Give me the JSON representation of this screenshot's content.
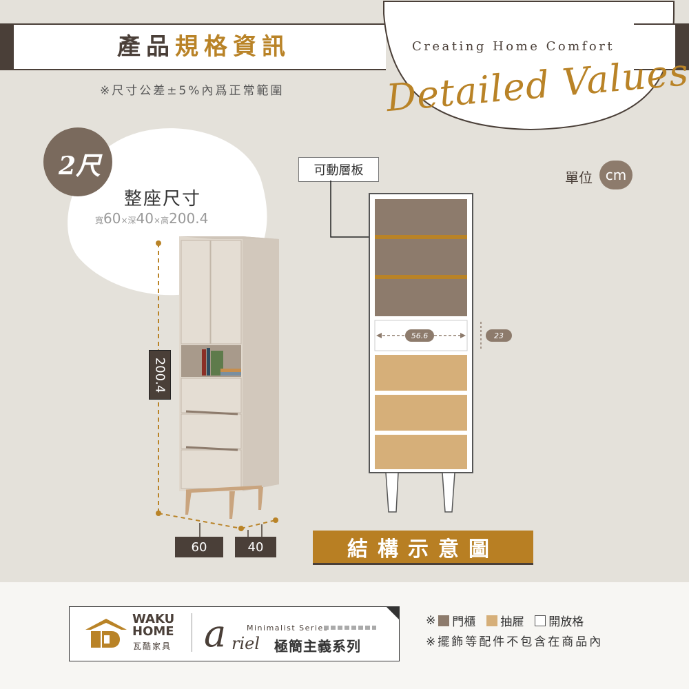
{
  "header": {
    "title_part1": "產品",
    "title_part2": "規格資訊",
    "note": "※尺寸公差±5%內爲正常範圍",
    "tagline": "Creating Home Comfort",
    "script": "Detailed Values"
  },
  "size": {
    "badge": "2尺",
    "title": "整座尺寸",
    "w_label": "寬",
    "w_val": "60",
    "d_label": "深",
    "d_val": "40",
    "h_label": "高",
    "h_val": "200.4",
    "times": "×"
  },
  "dims": {
    "height": "200.4",
    "width": "60",
    "depth": "40"
  },
  "diagram": {
    "shelf_label": "可動層板",
    "unit_label": "單位",
    "unit": "cm",
    "inner_width": "56.6",
    "open_height": "23",
    "title": "結構示意圖"
  },
  "footer": {
    "brand_line1": "WAKU",
    "brand_line2": "HOME",
    "brand_sub": "瓦酷家具",
    "series_en": "Minimalist Series",
    "series_a": "a",
    "series_riel": "riel",
    "series_cn": "極簡主義系列",
    "legend_prefix": "※",
    "legend": [
      {
        "label": "門櫃",
        "color": "#8d7b6c"
      },
      {
        "label": "抽屜",
        "color": "#d6af79"
      },
      {
        "label": "開放格",
        "color": "#ffffff"
      }
    ],
    "note": "※擺飾等配件不包含在商品內"
  },
  "colors": {
    "brown": "#4a3f38",
    "gold": "#b98327",
    "door": "#8d7b6c",
    "drawer": "#d6af79"
  }
}
